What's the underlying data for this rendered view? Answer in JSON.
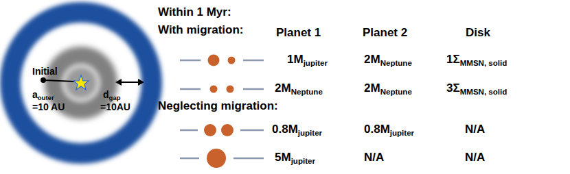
{
  "diagram": {
    "labels": [
      "Within 1 Myr:",
      "With migration:",
      "Planet 1",
      "Planet 2",
      "Disk",
      "1M",
      "jupiter",
      "2M",
      "Neptune",
      "1Σ",
      "MMSN, solid",
      "2M",
      "Neptune",
      "2M",
      "Neptune",
      "3Σ",
      "MMSN, solid",
      "Neglecting migration:",
      "0.8M",
      "jupiter",
      "0.8M",
      "jupiter",
      "N/A",
      "5M",
      "jupiter",
      "N/A",
      "N/A",
      "Initial",
      "a",
      "outer",
      "=10 AU",
      "d",
      "gap",
      "=10AU"
    ]
  }
}
